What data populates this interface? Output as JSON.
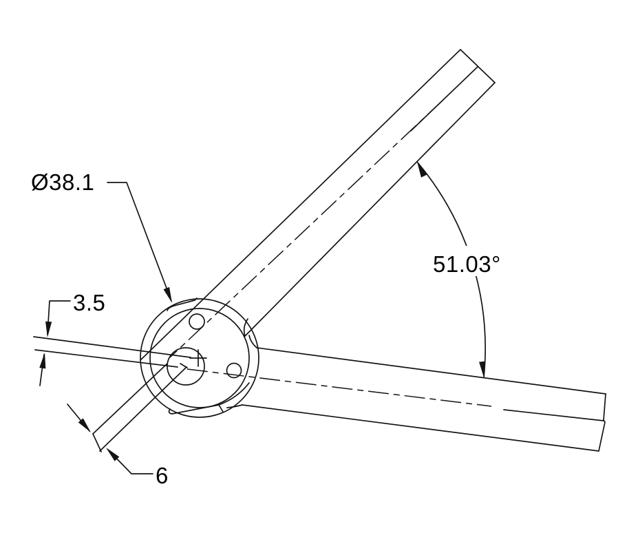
{
  "drawing": {
    "title": "tube-junction-dimension-drawing",
    "labels": {
      "hub_diameter": "Ø38.1",
      "plate_thickness": "3.5",
      "tab_width": "6",
      "tube_angle": "51.03°"
    },
    "line_color": "#141414",
    "background_color": "#ffffff"
  }
}
